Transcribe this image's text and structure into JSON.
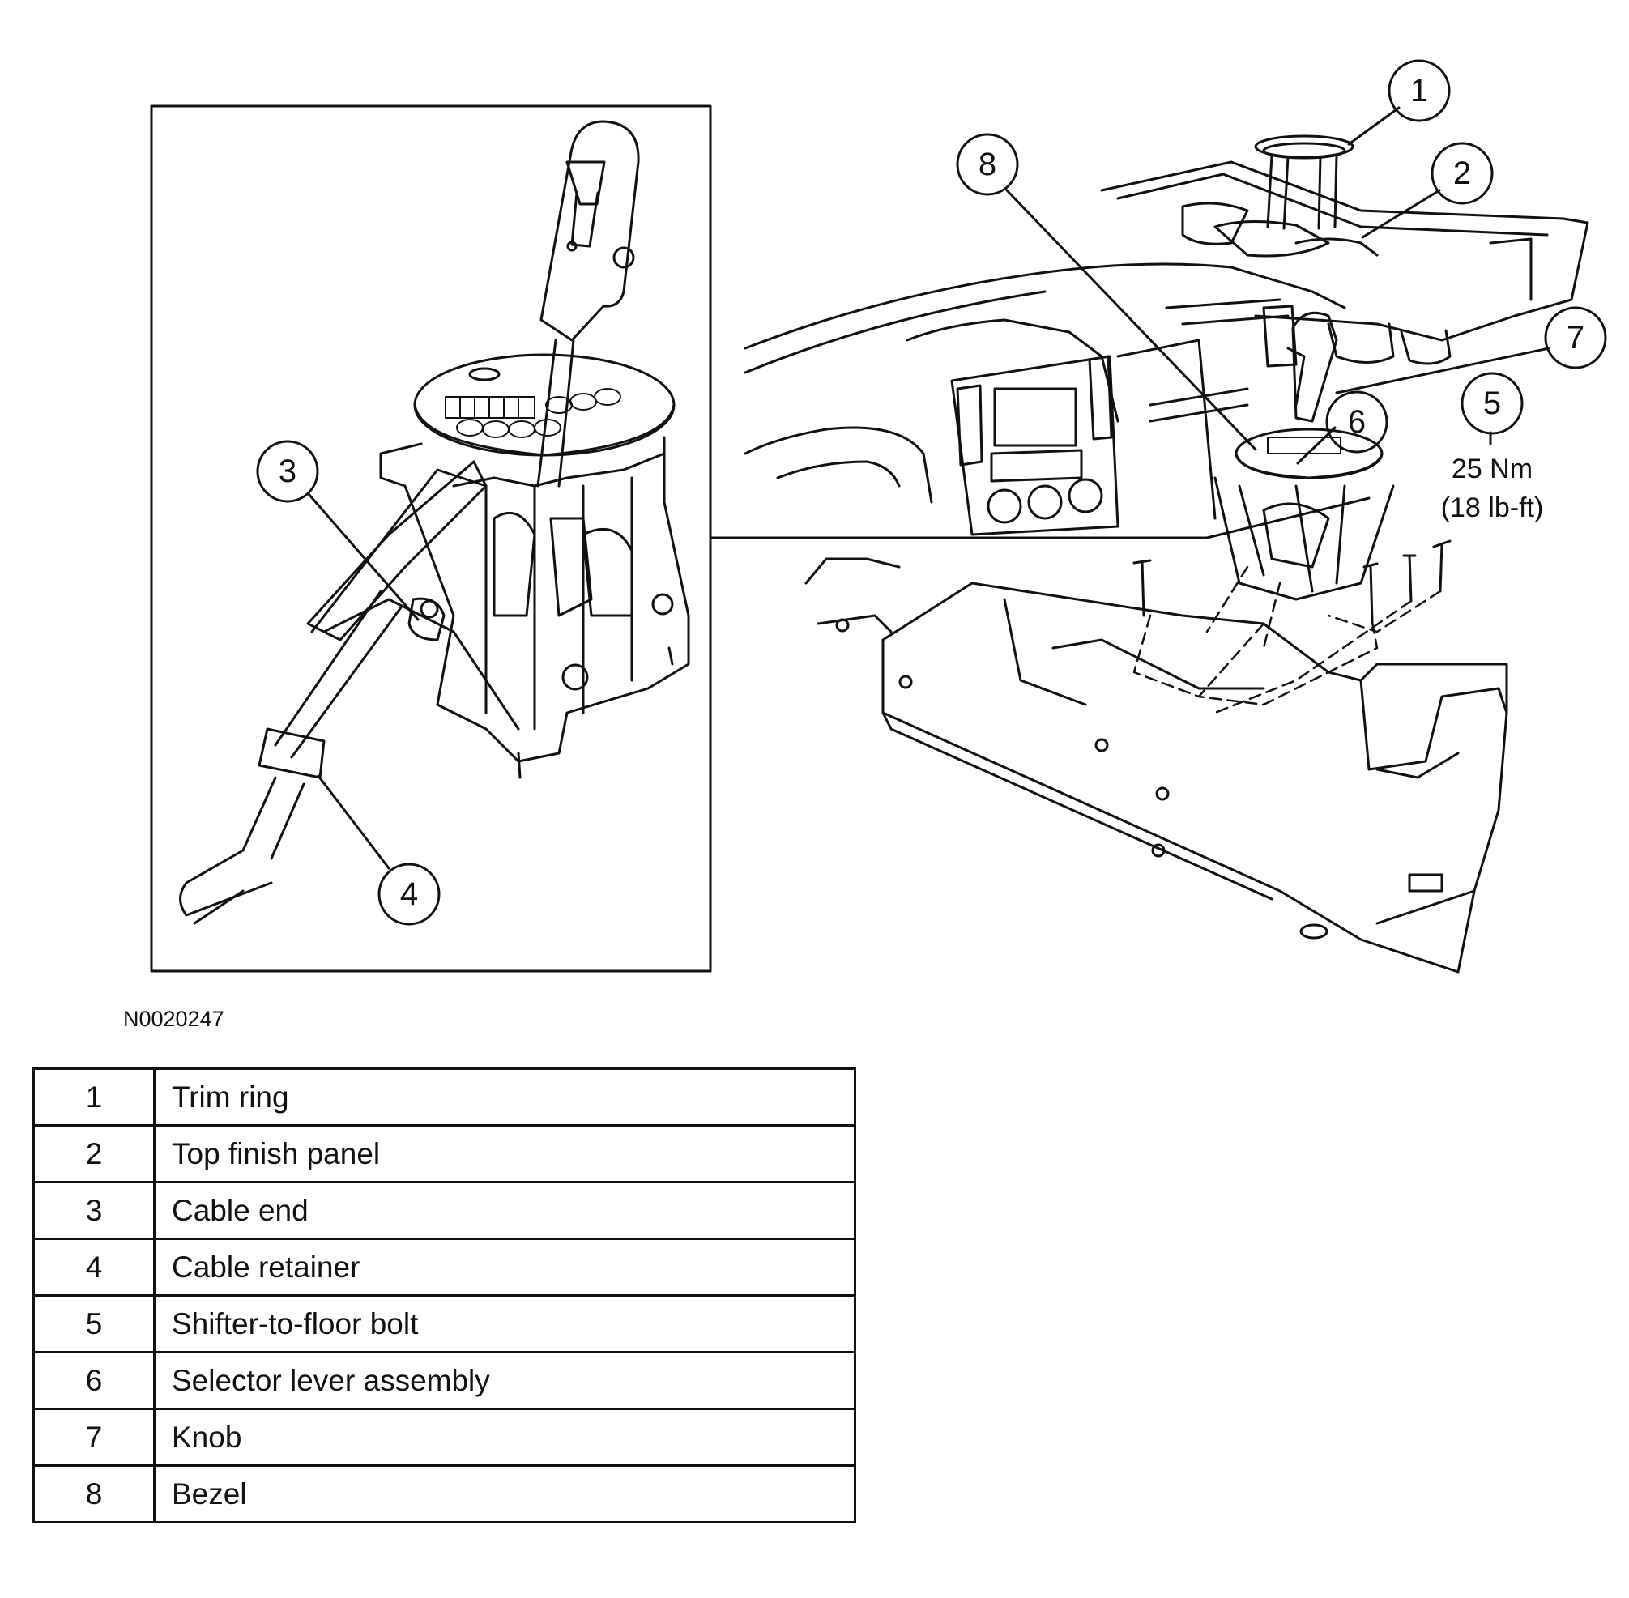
{
  "figure_id": "N0020247",
  "callouts": [
    {
      "number": "1"
    },
    {
      "number": "2"
    },
    {
      "number": "3"
    },
    {
      "number": "4"
    },
    {
      "number": "5"
    },
    {
      "number": "6"
    },
    {
      "number": "7"
    },
    {
      "number": "8"
    }
  ],
  "torque_spec": {
    "metric": "25 Nm",
    "imperial": "(18 lb-ft)"
  },
  "legend": [
    {
      "number": "1",
      "description": "Trim ring"
    },
    {
      "number": "2",
      "description": "Top finish panel"
    },
    {
      "number": "3",
      "description": "Cable end"
    },
    {
      "number": "4",
      "description": "Cable retainer"
    },
    {
      "number": "5",
      "description": "Shifter-to-floor bolt"
    },
    {
      "number": "6",
      "description": "Selector lever assembly"
    },
    {
      "number": "7",
      "description": "Knob"
    },
    {
      "number": "8",
      "description": "Bezel"
    }
  ]
}
